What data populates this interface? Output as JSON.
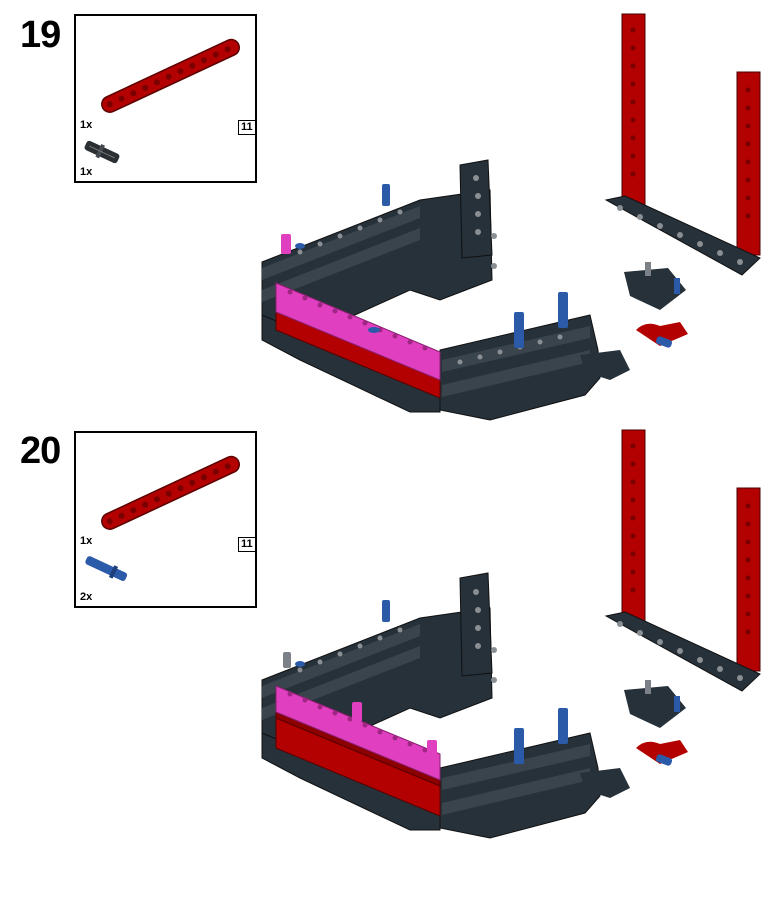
{
  "steps": [
    {
      "number": "19",
      "parts": [
        {
          "quantity": "1x",
          "icon": "red-beam-11-icon",
          "length_label": "11"
        },
        {
          "quantity": "1x",
          "icon": "dark-gray-pin-icon"
        }
      ]
    },
    {
      "number": "20",
      "parts": [
        {
          "quantity": "1x",
          "icon": "red-beam-11-icon",
          "length_label": "11"
        },
        {
          "quantity": "2x",
          "icon": "blue-axle-pin-icon"
        }
      ]
    }
  ],
  "colors": {
    "red": "#b30000",
    "dark_gray": "#26313a",
    "magenta": "#e03fbf",
    "blue": "#2a5aa8",
    "light_gray": "#8a8f94"
  }
}
